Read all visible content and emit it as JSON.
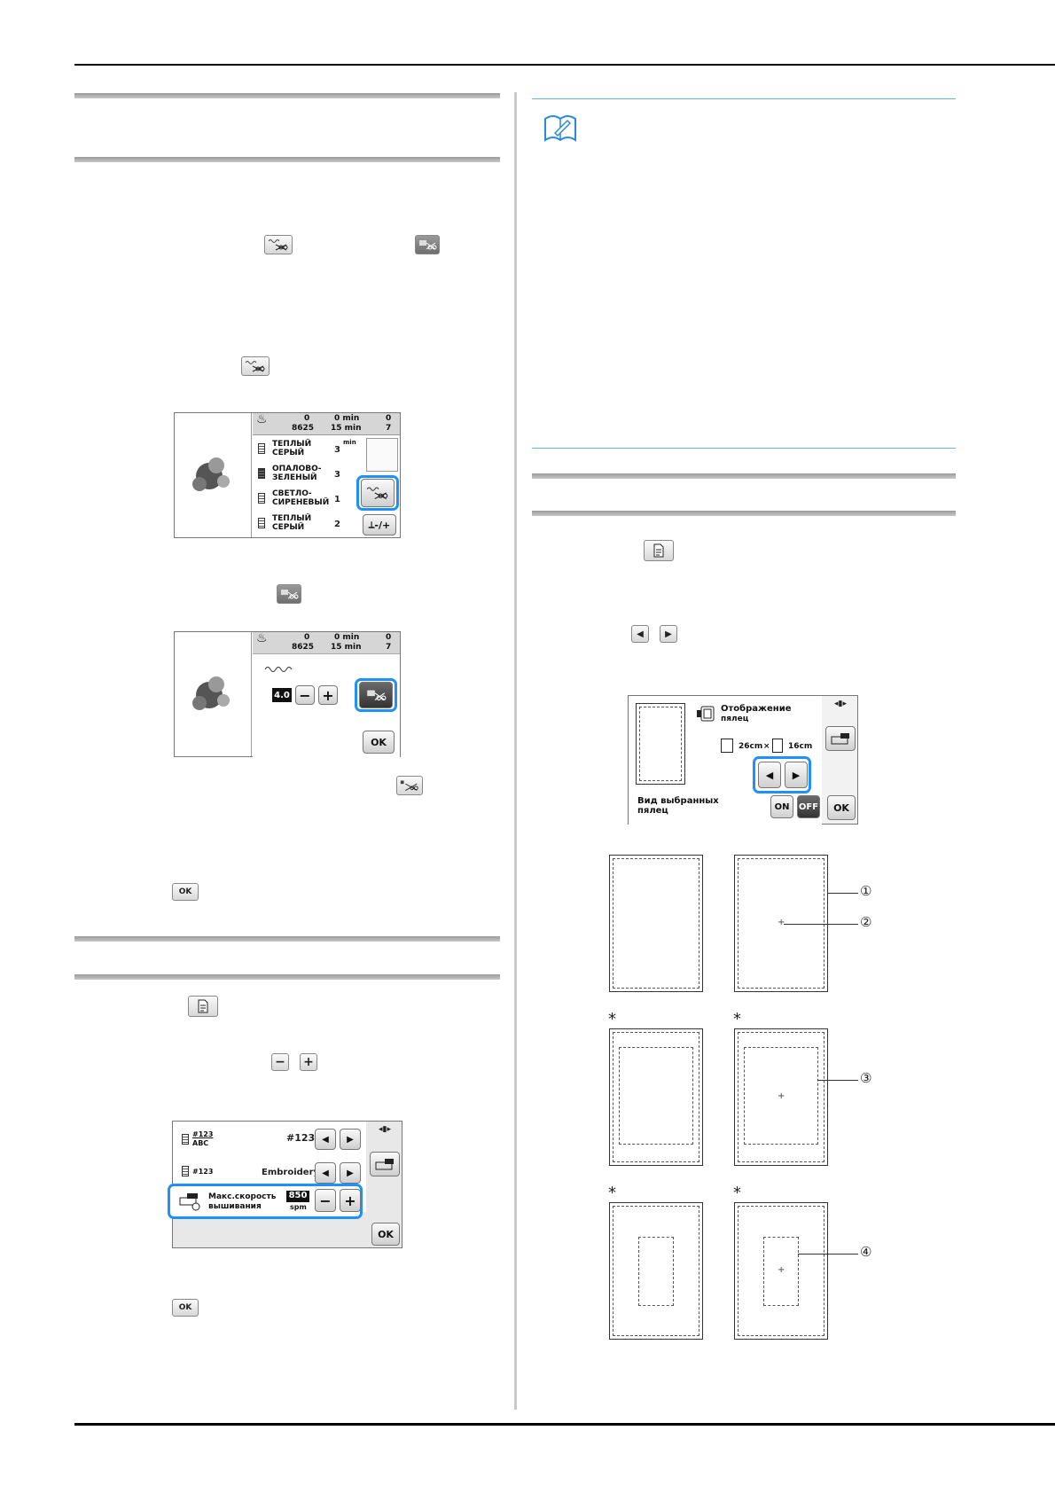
{
  "icons": {
    "trim": "trim-jump-stitch-icon",
    "trim_active": "trim-jump-stitch-active-icon",
    "settings": "settings-icon",
    "memo": "memo-note-icon"
  },
  "buttons": {
    "ok": "OK",
    "minus": "−",
    "plus": "+",
    "left": "◀",
    "right": "▶",
    "on": "ON",
    "off": "OFF"
  },
  "screen1": {
    "stats_top": [
      "0",
      "0 min",
      "0"
    ],
    "stats_bottom": [
      "8625",
      "15 min",
      "7"
    ],
    "threads": [
      {
        "name_line1": "ТЕПЛЫЙ",
        "name_line2": "СЕРЫЙ",
        "num": "3"
      },
      {
        "name_line1": "ОПАЛОВО-",
        "name_line2": "ЗЕЛЕНЫЙ",
        "num": "3"
      },
      {
        "name_line1": "СВЕТЛО-",
        "name_line2": "СИРЕНЕВЫЙ",
        "num": "1"
      },
      {
        "name_line1": "ТЕПЛЫЙ",
        "name_line2": "СЕРЫЙ",
        "num": "2"
      }
    ],
    "min_label": "min",
    "tension_label": "-/+"
  },
  "screen2": {
    "stats_top": [
      "0",
      "0 min",
      "0"
    ],
    "stats_bottom": [
      "8625",
      "15 min",
      "7"
    ],
    "value": "4.0"
  },
  "screen3": {
    "row1_label": "#123",
    "row1_sub": "ABC",
    "row1_value": "#123",
    "row2_label": "#123",
    "row2_value": "Embroidery",
    "speed_label_line1": "Макс.скорость",
    "speed_label_line2": "вышивания",
    "speed_value": "850",
    "speed_unit": "spm"
  },
  "screen4": {
    "title_line1": "Отображение",
    "title_line2": "пялец",
    "width": "26cm",
    "times": "×",
    "height": "16cm",
    "view_label_line1": "Вид выбранных",
    "view_label_line2": "пялец"
  },
  "diagram": {
    "callouts": [
      "①",
      "②",
      "③",
      "④"
    ],
    "star": "*"
  }
}
